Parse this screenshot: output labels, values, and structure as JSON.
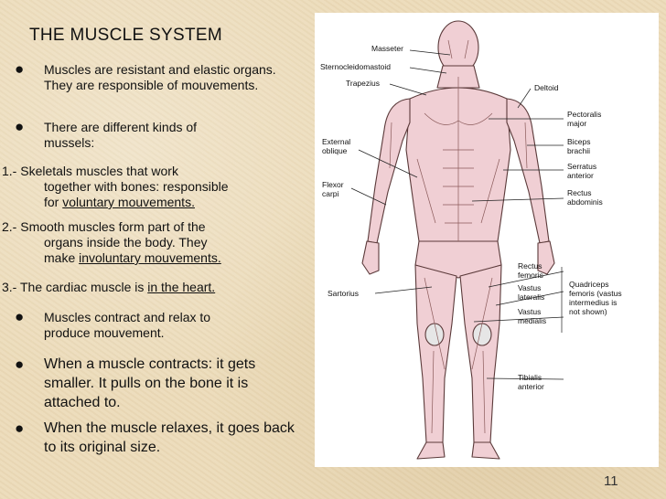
{
  "slide": {
    "title": "THE MUSCLE SYSTEM",
    "page_number": "11",
    "bullet_glyph": "●",
    "items": [
      {
        "text": "Muscles are resistant and elastic organs. They are responsible of mouvements."
      },
      {
        "text": "There are different kinds of mussels:"
      },
      {
        "prefix": "1.- Skeletals muscles that work",
        "cont1": "together with bones: responsible",
        "cont2_pre": "for ",
        "cont2_link": "voluntary mouvements."
      },
      {
        "prefix": "2.- Smooth muscles form part of the",
        "cont1": "organs inside the body. They",
        "cont2_pre": "make ",
        "cont2_link": "involuntary mouvements."
      },
      {
        "prefix": "3.- The cardiac muscle is ",
        "link": "in the heart."
      },
      {
        "text": "Muscles contract and relax to produce mouvement."
      },
      {
        "text": "When a muscle contracts: it gets smaller. It pulls on the bone it is attached to."
      },
      {
        "text": "When the muscle relaxes, it goes back to its original size."
      }
    ]
  },
  "figure": {
    "labels": {
      "masseter": "Masseter",
      "scm": "Sternocleidomastoid",
      "trapezius": "Trapezius",
      "deltoid": "Deltoid",
      "pectoralis": "Pectoralis\nmajor",
      "ext_oblique": "External\noblique",
      "biceps": "Biceps\nbrachii",
      "serratus": "Serratus\nanterior",
      "flexor": "Flexor\ncarpi",
      "rectus_abd": "Rectus\nabdominis",
      "sartorius": "Sartorius",
      "rectus_fem": "Rectus\nfemoris",
      "vastus_lat": "Vastus\nlateralis",
      "vastus_med": "Vastus\nmedialis",
      "quadriceps": "Quadriceps\nfemoris (vastus\nintermedius is\nnot shown)",
      "tibialis": "Tibialis\nanterior"
    },
    "colors": {
      "muscle": "#f0cfd4",
      "outline": "#5b3a3a",
      "tendon": "#e6e6e6"
    }
  }
}
